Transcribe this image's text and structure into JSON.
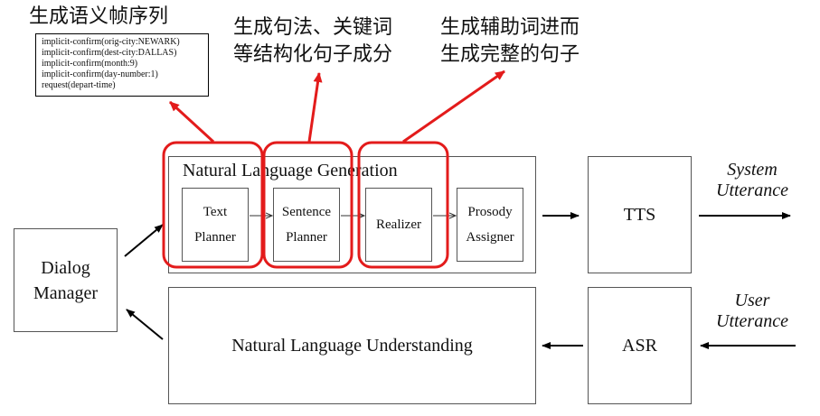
{
  "annotations": {
    "semantic_frames": "生成语义帧序列",
    "sentence_planner_line1": "生成句法、关键词",
    "sentence_planner_line2": "等结构化句子成分",
    "realizer_line1": "生成辅助词进而",
    "realizer_line2": "生成完整的句子"
  },
  "frames": [
    "implicit-confirm(orig-city:NEWARK)",
    "implicit-confirm(dest-city:DALLAS)",
    "implicit-confirm(month:9)",
    "implicit-confirm(day-number:1)",
    "request(depart-time)"
  ],
  "nlg": {
    "title": "Natural Language Generation",
    "text_planner": [
      "Text",
      "Planner"
    ],
    "sentence_planner": [
      "Sentence",
      "Planner"
    ],
    "realizer": "Realizer",
    "prosody_assigner": [
      "Prosody",
      "Assigner"
    ]
  },
  "dialog_manager": [
    "Dialog",
    "Manager"
  ],
  "tts": "TTS",
  "asr": "ASR",
  "nlu": "Natural Language Understanding",
  "system_utterance": [
    "System",
    "Utterance"
  ],
  "user_utterance": [
    "User",
    "Utterance"
  ],
  "colors": {
    "highlight": "#e31b1b",
    "arrow": "#000000",
    "border": "#555555"
  }
}
